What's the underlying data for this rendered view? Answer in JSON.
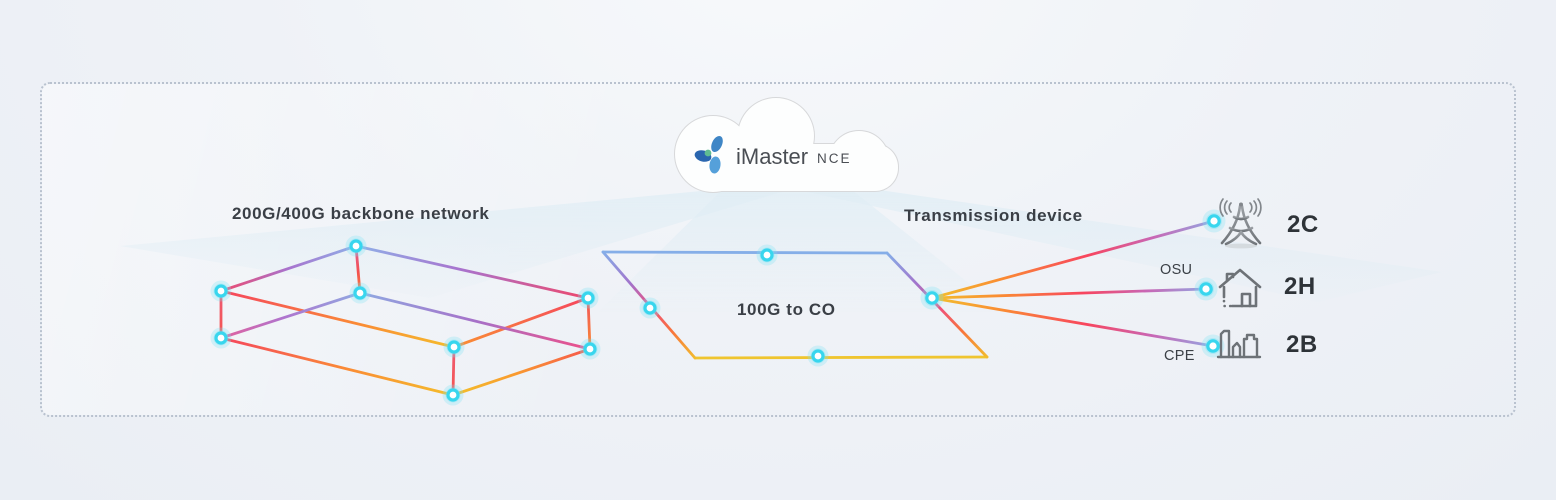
{
  "cloud": {
    "brand": "iMaster",
    "product": "NCE"
  },
  "labels": {
    "backbone": "200G/400G backbone network",
    "metro": "100G to CO",
    "access": "Transmission device"
  },
  "endpoints": [
    {
      "icon": "radio-tower-icon",
      "label": "2C"
    },
    {
      "icon": "house-icon",
      "device": "OSU",
      "label": "2H"
    },
    {
      "icon": "city-buildings-icon",
      "device": "CPE",
      "label": "2B"
    }
  ],
  "colors": {
    "background": "#eef1f6",
    "frame_border": "#b9c2cf",
    "node_ring": "#38d6ee",
    "node_halo": "#7ae2f4",
    "line_blue": "#8fb0e8",
    "line_purple": "#a873ce",
    "line_pink": "#ee4f87",
    "line_red": "#f5455e",
    "line_orange": "#fa8c35",
    "line_yellow": "#f2c12d",
    "icon_gray": "#6d7277",
    "text_dark": "#3a3f46",
    "cloud_outline": "#d7d8da",
    "logo_blue_dark": "#2a66af",
    "logo_blue": "#3f86c6",
    "logo_blue_light": "#55a0da",
    "logo_teal": "#5fbc92"
  }
}
